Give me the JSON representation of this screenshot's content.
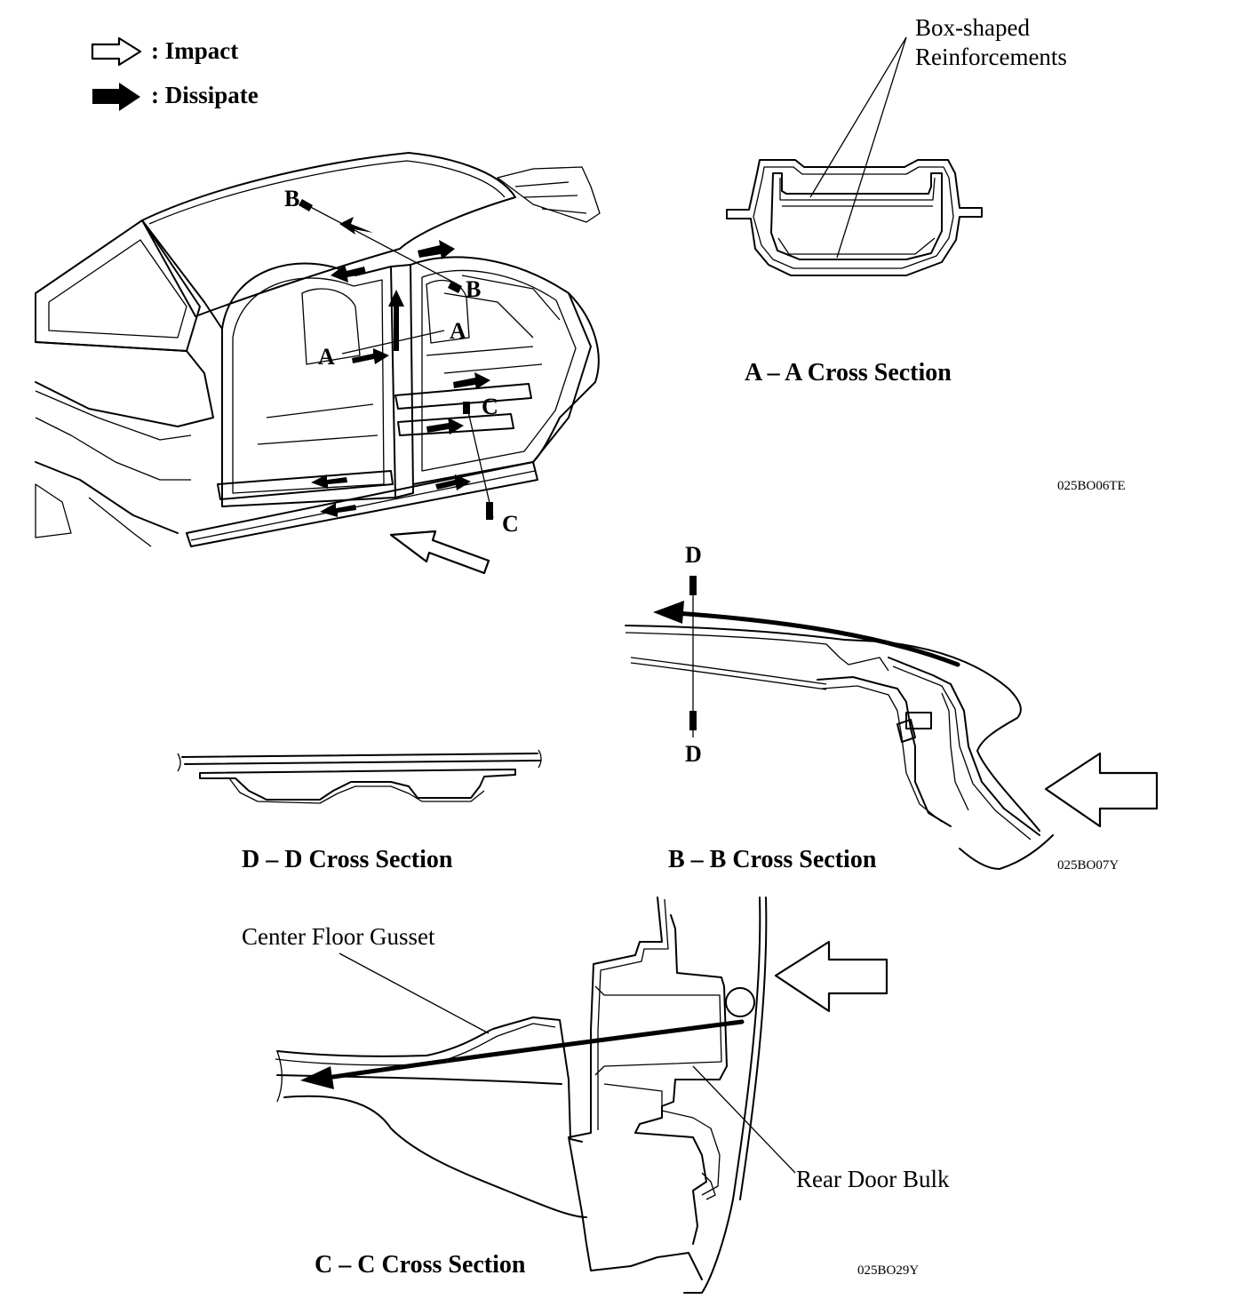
{
  "legend": {
    "impact_label": ": Impact",
    "dissipate_label": ": Dissipate"
  },
  "overview": {
    "section_marks": {
      "b_top": "B",
      "b_bottom": "B",
      "a_left": "A",
      "a_right": "A",
      "c_top": "C",
      "c_bottom": "C"
    }
  },
  "section_aa": {
    "callout": "Box-shaped",
    "callout_line2": "Reinforcements",
    "title": "A – A Cross Section",
    "code": "025BO06TE"
  },
  "section_bb": {
    "mark_top": "D",
    "mark_bottom": "D",
    "title": "B – B Cross Section",
    "code": "025BO07Y"
  },
  "section_dd": {
    "title": "D – D Cross Section"
  },
  "section_cc": {
    "callout_gusset": "Center Floor Gusset",
    "callout_bulk": "Rear Door Bulk",
    "title": "C – C Cross Section",
    "code": "025BO29Y"
  },
  "icons": {
    "impact": "hollow-arrow-icon",
    "dissipate": "solid-arrow-icon"
  }
}
